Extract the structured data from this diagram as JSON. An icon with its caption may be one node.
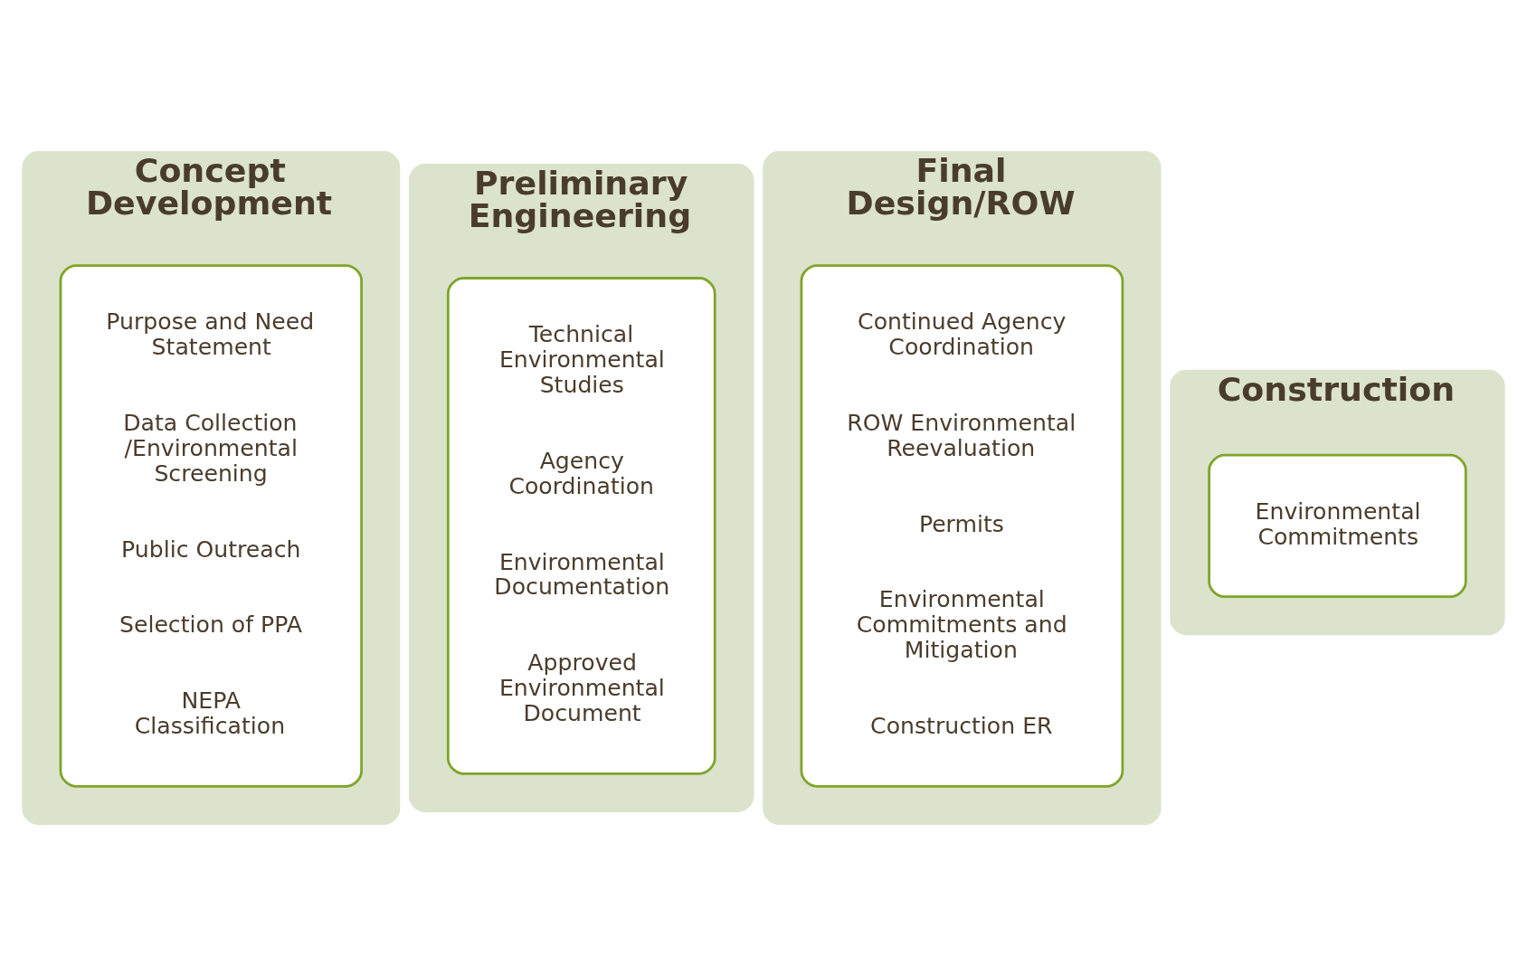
{
  "diagram": {
    "nodes": [
      {
        "text": [
          "Concept Development"
        ]
      },
      {
        "text": [
          "Purpose and Need Statement",
          "Data Collection /Environmental Screening",
          "Public Outreach",
          "Selection of PPA",
          "NEPA Classification"
        ],
        "in": 0
      },
      {
        "text": [
          "Preliminary Engineering"
        ]
      },
      {
        "text": [
          "Technical Environmental Studies",
          "Agency Coordination",
          "Environmental Documentation",
          "Approved Environmental Document"
        ],
        "in": 2
      },
      {
        "text": [
          "Final Design/ROW"
        ]
      },
      {
        "text": [
          "Continued Agency Coordination",
          "ROW Environmental Reevaluation",
          "Permits",
          "Environmental Commitments and Mitigation",
          "Construction ER"
        ],
        "in": 4
      },
      {
        "text": [
          "Construction"
        ]
      },
      {
        "text": [
          "Environmental Commitments"
        ],
        "in": 6
      }
    ]
  }
}
